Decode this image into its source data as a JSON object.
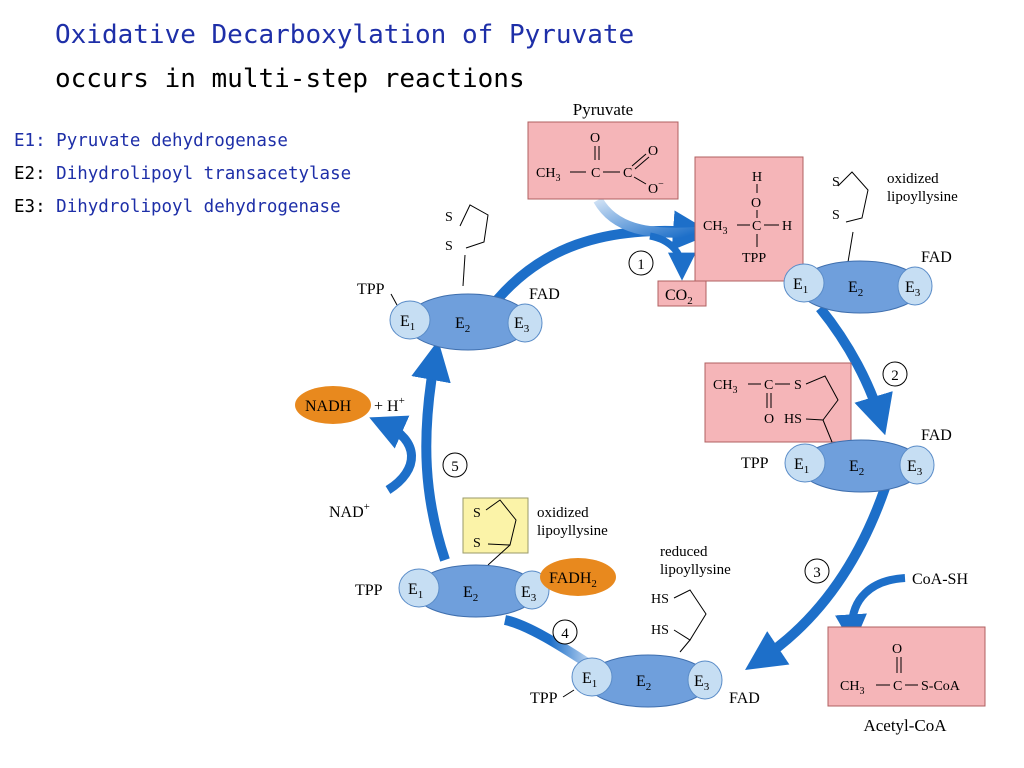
{
  "title": "Oxidative Decarboxylation of Pyruvate",
  "subtitle": "occurs in  multi-step reactions",
  "legend": [
    {
      "key": "E1:",
      "name": "Pyruvate dehydrogenase"
    },
    {
      "key": "E2:",
      "name": "Dihydrolipoyl transacetylase"
    },
    {
      "key": "E3:",
      "name": "Dihydrolipoyl dehydrogenase"
    }
  ],
  "labels": {
    "pyruvate": "Pyruvate",
    "co2": "CO",
    "co2_sub": "2",
    "oxidized_lipoyllysine": "oxidized",
    "lipoyllysine": "lipoyllysine",
    "reduced": "reduced",
    "acetyl_coa": "Acetyl-CoA",
    "coa_sh": "CoA-SH",
    "nadh": "NADH",
    "h_plus": "+ H",
    "plus_sup": "+",
    "nad_plus": "NAD",
    "fadh2": "FADH",
    "fadh2_sub": "2",
    "tpp": "TPP",
    "fad": "FAD",
    "e1": "E",
    "e2": "E",
    "e3": "E",
    "sub1": "1",
    "sub2": "2",
    "sub3": "3",
    "step1": "1",
    "step2": "2",
    "step3": "3",
    "step4": "4",
    "step5": "5"
  },
  "chem": {
    "o": "O",
    "c": "C",
    "ch3": "CH",
    "ch3_sub": "3",
    "h": "H",
    "s": "S",
    "hs": "HS",
    "o_minus": "O",
    "minus": "−",
    "s_coa": "S-CoA"
  },
  "colors": {
    "title": "#1e2fa8",
    "arrow": "#1d6fc9",
    "enzyme_core": "#6f9fdc",
    "enzyme_side": "#c6def3",
    "pink_box": "#f5b5b8",
    "yellow_box": "#fbf3a8",
    "orange": "#e8891e"
  }
}
